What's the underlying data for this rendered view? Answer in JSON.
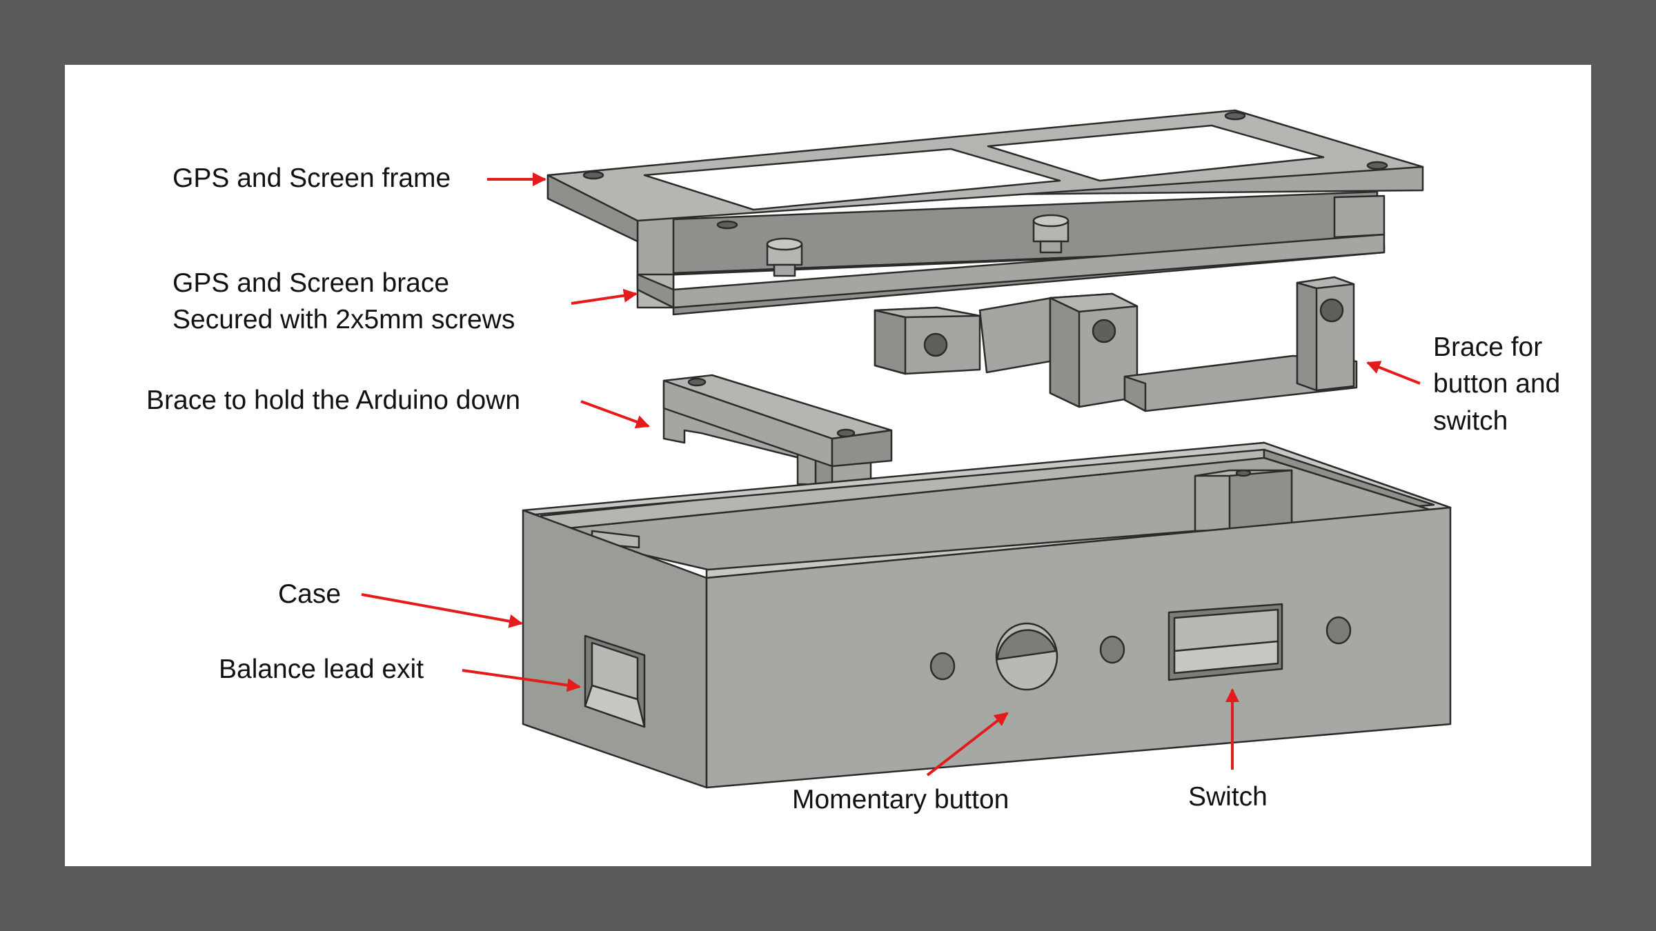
{
  "colors": {
    "background": "#5a5a5a",
    "panel": "#ffffff",
    "arrow": "#e41b1b",
    "part_light": "#b4b6b1",
    "part_mid": "#a4a6a1",
    "part_dark": "#8e908b",
    "edge": "#2b2b2b"
  },
  "labels": {
    "gps_frame": "GPS and Screen frame",
    "gps_brace_line1": "GPS and Screen brace",
    "gps_brace_line2": "Secured with 2x5mm screws",
    "arduino_brace": "Brace to hold the Arduino down",
    "case": "Case",
    "balance_lead": "Balance lead exit",
    "momentary_button": "Momentary button",
    "switch": "Switch",
    "brace_button_line1": "Brace for",
    "brace_button_line2": "button and",
    "brace_button_line3": "switch"
  }
}
